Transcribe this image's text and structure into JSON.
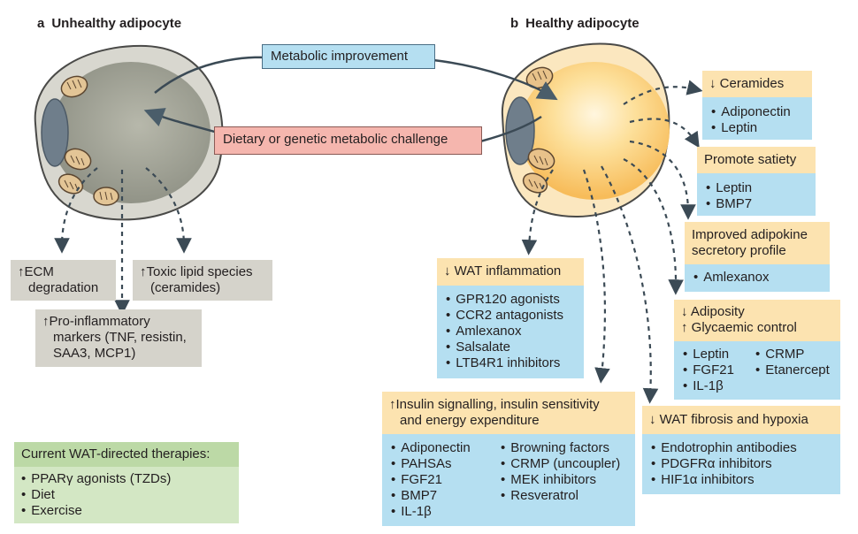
{
  "panels": {
    "a": {
      "letter": "a",
      "title": "Unhealthy adipocyte"
    },
    "b": {
      "letter": "b",
      "title": "Healthy adipocyte"
    }
  },
  "arrows": {
    "metabolic_improvement": "Metabolic improvement",
    "metabolic_challenge": "Dietary or genetic metabolic challenge"
  },
  "unhealthy": {
    "ecm": [
      "↑ECM",
      "degradation"
    ],
    "toxic_lipid": [
      "↑Toxic lipid species",
      "(ceramides)"
    ],
    "pro_inflammatory": [
      "↑Pro-inflammatory",
      "markers (TNF, resistin,",
      "SAA3, MCP1)"
    ]
  },
  "therapies": {
    "title": "Current WAT-directed therapies:",
    "items": [
      "PPARγ agonists (TZDs)",
      "Diet",
      "Exercise"
    ]
  },
  "healthy": {
    "ceramides": {
      "title": "↓ Ceramides",
      "items": [
        "Adiponectin",
        "Leptin"
      ]
    },
    "satiety": {
      "title": "Promote satiety",
      "items": [
        "Leptin",
        "BMP7"
      ]
    },
    "adipokine": {
      "title": [
        "Improved adipokine",
        "secretory profile"
      ],
      "items": [
        "Amlexanox"
      ]
    },
    "adiposity": {
      "title": [
        "↓ Adiposity",
        "↑ Glycaemic control"
      ],
      "items_left": [
        "Leptin",
        "FGF21",
        "IL-1β"
      ],
      "items_right": [
        "CRMP",
        "Etanercept"
      ]
    },
    "wat_inflammation": {
      "title": "↓ WAT inflammation",
      "items": [
        "GPR120 agonists",
        "CCR2 antagonists",
        "Amlexanox",
        "Salsalate",
        "LTB4R1 inhibitors"
      ]
    },
    "insulin": {
      "title": [
        "↑Insulin signalling, insulin sensitivity",
        "and energy expenditure"
      ],
      "items_left": [
        "Adiponectin",
        "PAHSAs",
        "FGF21",
        "BMP7",
        "IL-1β"
      ],
      "items_right": [
        "Browning factors",
        "CRMP (uncoupler)",
        "MEK inhibitors",
        "Resveratrol"
      ]
    },
    "fibrosis": {
      "title": "↓ WAT fibrosis and hypoxia",
      "items": [
        "Endotrophin antibodies",
        "PDGFRα inhibitors",
        "HIF1α inhibitors"
      ]
    }
  }
}
